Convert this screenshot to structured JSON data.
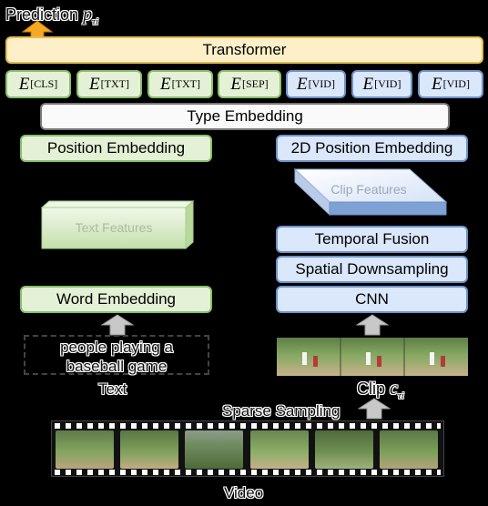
{
  "prediction_label": "Prediction",
  "prediction_symbol": "p",
  "prediction_sub": "τi",
  "transformer_label": "Transformer",
  "embeddings": [
    {
      "letter": "E",
      "sub": "[CLS]",
      "type": "text"
    },
    {
      "letter": "E",
      "sub": "[TXT]",
      "type": "text"
    },
    {
      "letter": "E",
      "sub": "[TXT]",
      "type": "text"
    },
    {
      "letter": "E",
      "sub": "[SEP]",
      "type": "text"
    },
    {
      "letter": "E",
      "sub": "[VID]",
      "type": "video"
    },
    {
      "letter": "E",
      "sub": "[VID]",
      "type": "video"
    },
    {
      "letter": "E",
      "sub": "[VID]",
      "type": "video"
    }
  ],
  "type_embedding_label": "Type Embedding",
  "position_embedding_label": "Position Embedding",
  "position_2d_label": "2D Position Embedding",
  "clip_features_label": "Clip Features",
  "text_features_label": "Text Features",
  "temporal_fusion_label": "Temporal Fusion",
  "spatial_downsampling_label": "Spatial Downsampling",
  "cnn_label": "CNN",
  "word_embedding_label": "Word Embedding",
  "text_input": "people playing a baseball game",
  "text_caption": "Text",
  "clip_caption": "Clip",
  "clip_symbol": "c",
  "clip_sub": "τi",
  "sparse_sampling_label": "Sparse Sampling",
  "video_caption": "Video",
  "colors": {
    "yellow_fill": "#fdf0c8",
    "green_fill": "#e4f1d6",
    "blue_fill": "#dbe7fb",
    "arrow_orange": "#f7a823",
    "arrow_gray": "#c8c8c8"
  }
}
